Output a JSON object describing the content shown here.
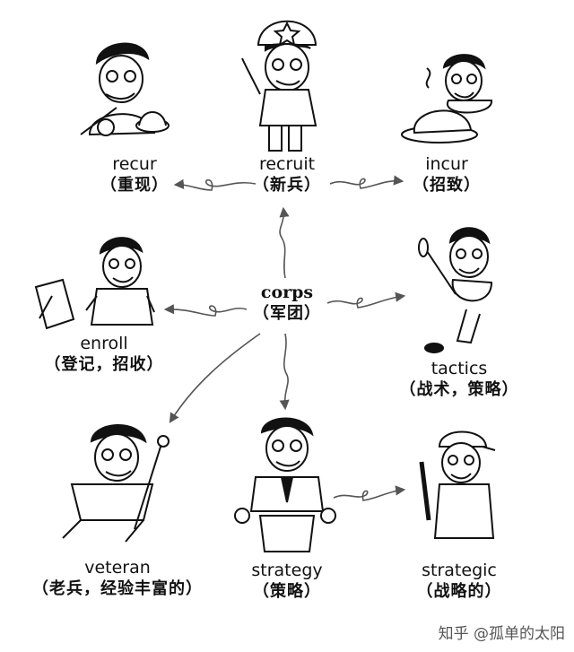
{
  "nodes": {
    "center": {
      "en": "corps",
      "zh": "（军团）"
    },
    "recur": {
      "en": "recur",
      "zh": "（重现）"
    },
    "recruit": {
      "en": "recruit",
      "zh": "（新兵）"
    },
    "incur": {
      "en": "incur",
      "zh": "（招致）"
    },
    "enroll": {
      "en": "enroll",
      "zh": "（登记，招收）"
    },
    "tactics": {
      "en": "tactics",
      "zh": "（战术，策略）"
    },
    "veteran": {
      "en": "veteran",
      "zh": "（老兵，经验丰富的）"
    },
    "strategy": {
      "en": "strategy",
      "zh": "（策略）"
    },
    "strategic": {
      "en": "strategic",
      "zh": "（战略的）"
    }
  },
  "watermark": "知乎 @孤单的太阳",
  "colors": {
    "ink": "#111111",
    "arrow": "#555555",
    "skin": "#ffffff"
  }
}
